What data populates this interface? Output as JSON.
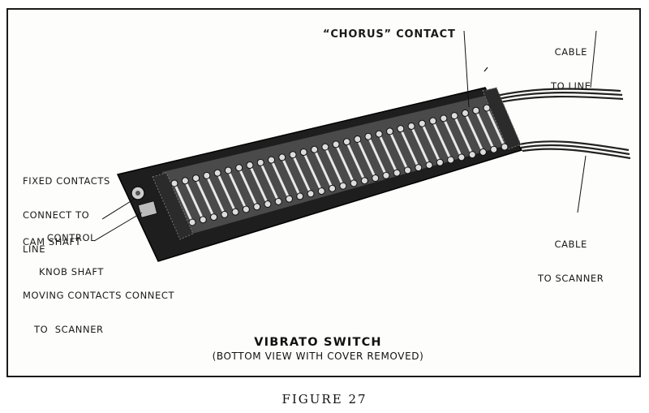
{
  "labels": {
    "chorus_contact": "“CHORUS” CONTACT",
    "cable_to_line": [
      "CABLE",
      "TO LINE"
    ],
    "fixed_contacts": [
      "FIXED CONTACTS",
      "CONNECT TO",
      "LINE"
    ],
    "control_knob_shaft": [
      "CONTROL",
      "KNOB SHAFT"
    ],
    "cam_shaft": "CAM SHAFT",
    "moving_contacts": [
      "MOVING CONTACTS CONNECT",
      "TO  SCANNER"
    ],
    "cable_to_scanner": [
      "CABLE",
      "TO SCANNER"
    ]
  },
  "title": "VIBRATO SWITCH",
  "subtitle": "(BOTTOM VIEW WITH COVER REMOVED)",
  "caption": "FIGURE 27"
}
